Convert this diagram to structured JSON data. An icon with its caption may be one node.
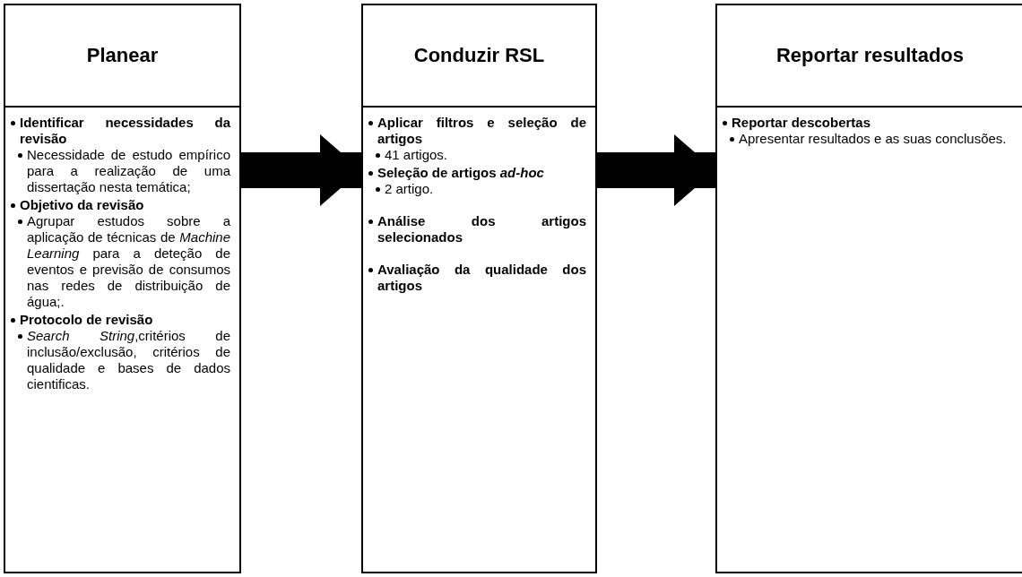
{
  "diagram": {
    "nodes": [
      {
        "text": [
          "Planear"
        ]
      },
      {
        "text": [
          "Identificar necessidades da revisão",
          "Necessidade de estudo empírico para a realização de uma dissertação nesta temática;",
          "Objetivo da revisão",
          "Agrupar estudos sobre a aplicação de técnicas de *Machine Learning* para a deteção de eventos e previsão de consumos nas redes de distribuição de água;.",
          "Protocolo de revisão",
          "*Search String*,critérios de inclusão/exclusão, critérios de qualidade e bases de dados cientificas."
        ]
      },
      {
        "text": [
          "Conduzir RSL"
        ]
      },
      {
        "text": [
          "Aplicar filtros e seleção de artigos",
          "41 artigos.",
          "Seleção de artigos *ad-hoc*",
          "2 artigo.",
          "Análise dos artigos selecionados",
          "Avaliação da qualidade dos artigos"
        ]
      },
      {
        "text": [
          "Reportar resultados"
        ]
      },
      {
        "text": [
          "Reportar descobertas",
          "Apresentar resultados e as suas conclusões."
        ]
      }
    ],
    "edges": [
      {
        "from": 1,
        "to": 3,
        "arrow": "to"
      },
      {
        "from": 3,
        "to": 5,
        "arrow": "to"
      }
    ]
  }
}
